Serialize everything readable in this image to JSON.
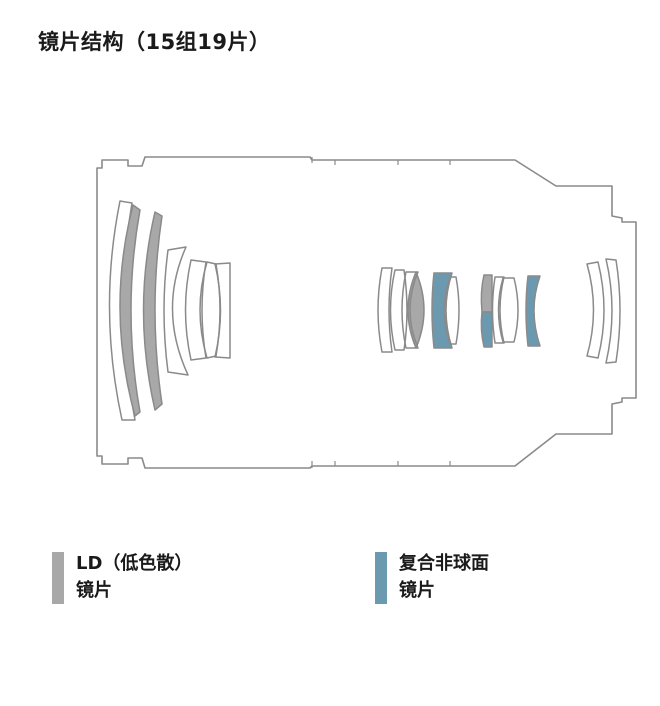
{
  "title": "镜片结构（15组19片）",
  "colors": {
    "outline": "#8a8a8a",
    "ld_lens": "#a8a8a8",
    "hybrid_aspherical_lens": "#6b9ab0",
    "background": "#ffffff"
  },
  "legend": [
    {
      "line1": "LD（低色散）",
      "line2": "镜片",
      "color": "#a8a8a8"
    },
    {
      "line1": "复合非球面",
      "line2": "镜片",
      "color": "#6b9ab0"
    }
  ]
}
